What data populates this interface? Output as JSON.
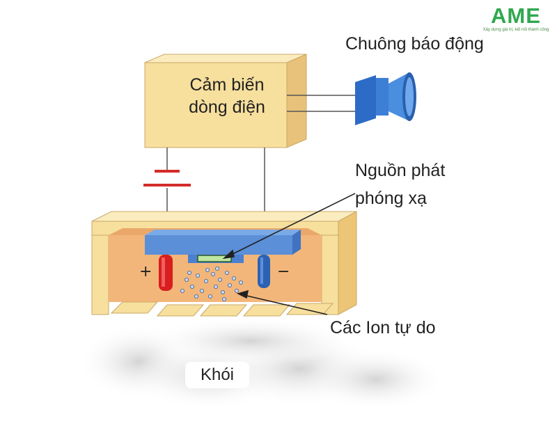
{
  "logo": {
    "name": "AME",
    "tagline": "Xây dựng giá trị, kết nối thành công"
  },
  "labels": {
    "alarm": "Chuông báo động",
    "sensor_line1": "Cảm biến",
    "sensor_line2": "dòng điện",
    "source_line1": "Nguồn phát",
    "source_line2": "phóng xạ",
    "ions": "Các Ion tự do",
    "smoke": "Khói",
    "plus": "+",
    "minus": "−"
  },
  "colors": {
    "box_face": "#f7df9d",
    "box_side": "#ecc577",
    "chamber_inside": "#f3b67a",
    "positive_electrode": "#d81e1e",
    "negative_electrode": "#2c62b4",
    "electrode_plate": "#5b8fd8",
    "alarm_blue": "#2d6cc6",
    "battery_red": "#d42a2a",
    "logo_green": "#2fa84f"
  }
}
